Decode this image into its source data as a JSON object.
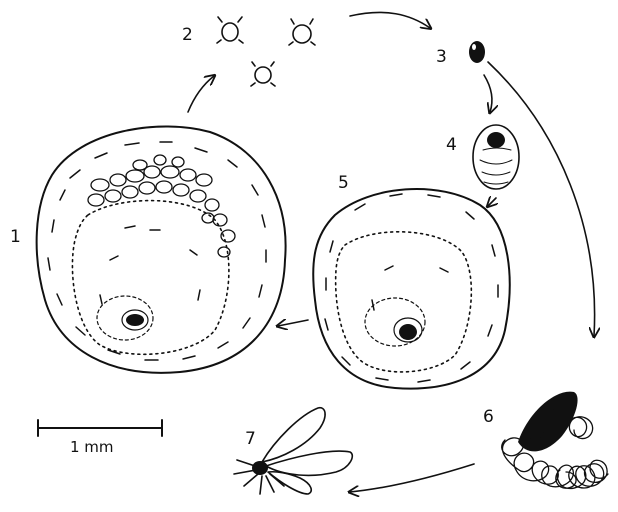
{
  "labels": {
    "stage_1": "1",
    "stage_2": "2",
    "stage_3": "3",
    "stage_4": "4",
    "stage_5": "5",
    "stage_6": "6",
    "stage_7": "7"
  },
  "scale_bar": {
    "label": "1 mm"
  },
  "colors": {
    "ink": "#111111",
    "paper": "#ffffff"
  }
}
